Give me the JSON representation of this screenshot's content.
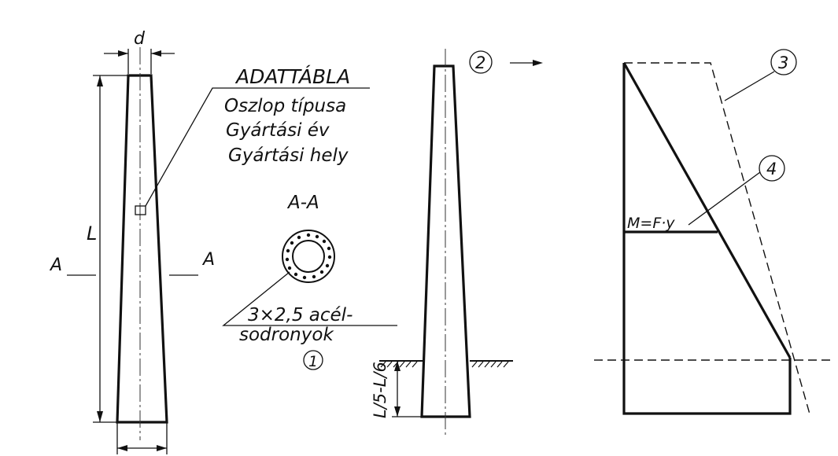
{
  "pole_elevation": {
    "dim_top": "d",
    "dim_length": "L",
    "section_left": "A",
    "section_right": "A"
  },
  "nameplate": {
    "title": "ADATTÁBLA",
    "line1": "Oszlop típusa",
    "line2": "Gyártási év",
    "line3": "Gyártási hely"
  },
  "cross_section": {
    "title": "A-A",
    "label_line1": "3×2,5 acél-",
    "label_line2": "sodronyok"
  },
  "embedment": {
    "marker_1": "1",
    "depth_label": "L/5-L/6"
  },
  "load_diagram": {
    "marker_2": "2",
    "marker_3": "3",
    "marker_4": "4",
    "moment_label": "M=F·y"
  },
  "colors": {
    "ink": "#111111",
    "paper": "#ffffff"
  }
}
